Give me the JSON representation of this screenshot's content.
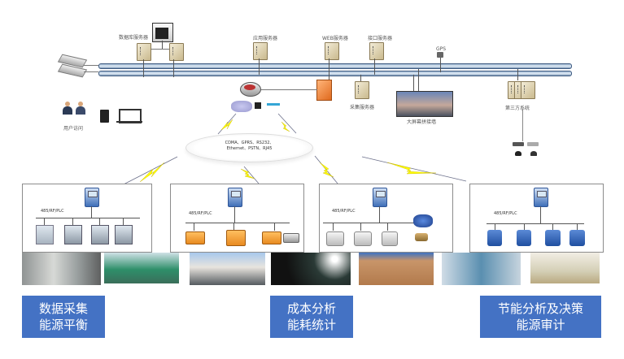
{
  "servers": {
    "database": "数据库服务器",
    "application": "应用服务器",
    "web": "WEB服务器",
    "interface": "接口服务器",
    "collection": "采集服务器",
    "gps": "GPS",
    "video_wall": "大屏幕拼接墙",
    "third_party": "第三方系统"
  },
  "user_access": "用户访问",
  "network_cloud": {
    "line1": "CDMA、GPRS、RS232、",
    "line2": "Ethernet、PSTN、RJ45"
  },
  "panels": [
    {
      "bus_label": "485/RF/PLC",
      "meter_type": "electric"
    },
    {
      "bus_label": "485/RF/PLC",
      "meter_type": "heat"
    },
    {
      "bus_label": "485/RF/PLC",
      "meter_type": "water"
    },
    {
      "bus_label": "485/RF/PLC",
      "meter_type": "gas"
    }
  ],
  "photos": [
    "switchgear-room",
    "green-glass-building",
    "office-building",
    "street-lights-night",
    "apartment-building",
    "pump-room",
    "control-room"
  ],
  "captions": [
    {
      "line1": "数据采集",
      "line2": "能源平衡"
    },
    {
      "line1": "成本分析",
      "line2": "能耗统计"
    },
    {
      "line1": "节能分析及决策",
      "line2": "能源审计"
    }
  ],
  "colors": {
    "caption_bg": "#4472c4",
    "bus": "#3d5a80",
    "bolt": "#ffff00",
    "firewall": "#f08a3c"
  }
}
